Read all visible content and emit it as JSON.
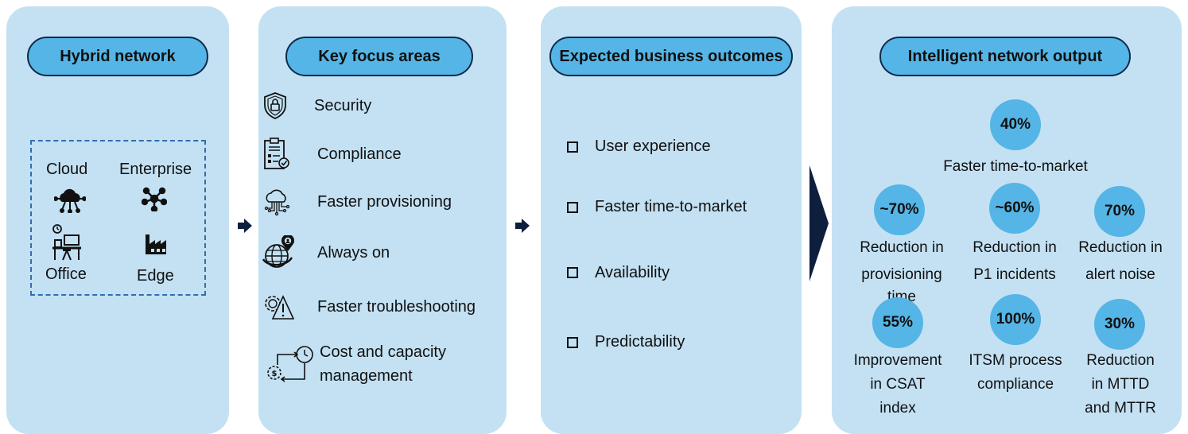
{
  "panels": {
    "hybrid": {
      "title": "Hybrid network",
      "items": [
        {
          "label": "Cloud",
          "icon": "cloud-network-icon"
        },
        {
          "label": "Enterprise",
          "icon": "hub-network-icon"
        },
        {
          "label": "Office",
          "icon": "office-desk-icon"
        },
        {
          "label": "Edge",
          "icon": "factory-icon"
        }
      ]
    },
    "focus": {
      "title": "Key focus areas",
      "items": [
        {
          "label": "Security",
          "icon": "shield-lock-icon"
        },
        {
          "label": "Compliance",
          "icon": "clipboard-check-icon"
        },
        {
          "label": "Faster provisioning",
          "icon": "cloud-circuit-icon"
        },
        {
          "label": "Always on",
          "icon": "globe-user-icon"
        },
        {
          "label": "Faster troubleshooting",
          "icon": "gear-warning-icon"
        },
        {
          "label_line1": "Cost and capacity",
          "label_line2": "management",
          "icon": "cost-cycle-icon"
        }
      ]
    },
    "outcomes": {
      "title": "Expected business outcomes",
      "items": [
        "User experience",
        "Faster time-to-market",
        "Availability",
        "Predictability"
      ]
    },
    "output": {
      "title": "Intelligent network output",
      "metrics": [
        {
          "value": "40%",
          "line1": "Faster time-to-market",
          "line2": "",
          "line3": ""
        },
        {
          "value": "~70%",
          "line1": "Reduction in",
          "line2": "provisioning time",
          "line3": ""
        },
        {
          "value": "~60%",
          "line1": "Reduction in",
          "line2": "P1 incidents",
          "line3": ""
        },
        {
          "value": "70%",
          "line1": "Reduction in",
          "line2": "alert noise",
          "line3": ""
        },
        {
          "value": "55%",
          "line1": "Improvement",
          "line2": "in CSAT",
          "line3": "index"
        },
        {
          "value": "100%",
          "line1": "ITSM  process",
          "line2": "compliance",
          "line3": ""
        },
        {
          "value": "30%",
          "line1": "Reduction",
          "line2": "in MTTD",
          "line3": "and MTTR"
        }
      ]
    }
  },
  "colors": {
    "panel": "#c3e1f3",
    "pill": "#55b5e6",
    "pill_border": "#0d2b4a",
    "arrow": "#0d1f3c",
    "dashed_border": "#2f6fb0"
  }
}
